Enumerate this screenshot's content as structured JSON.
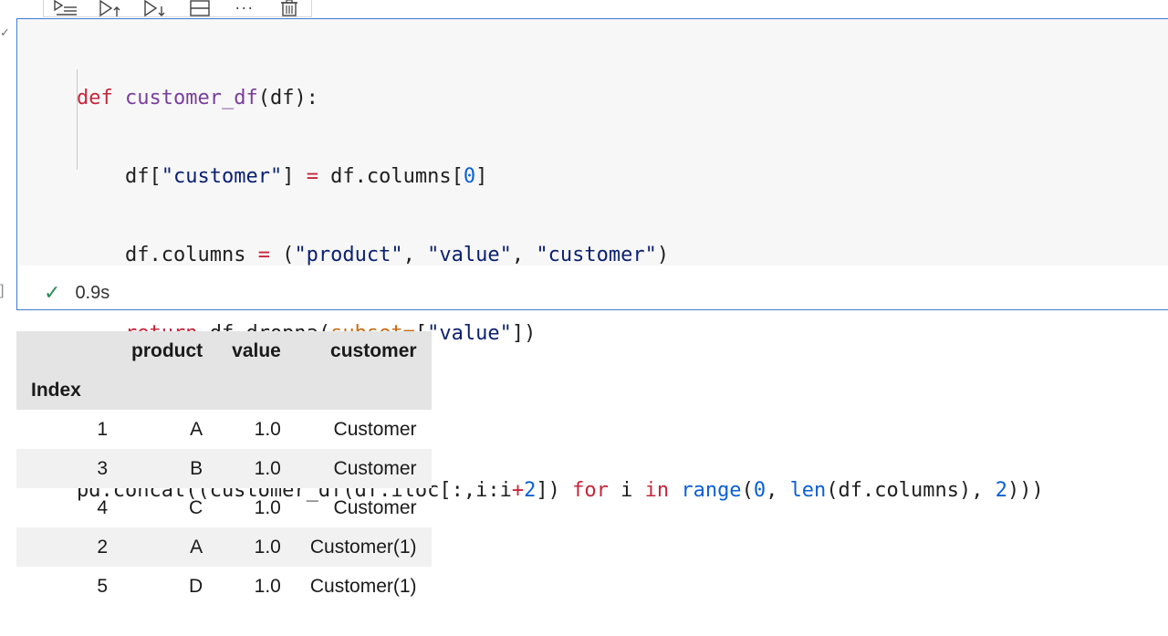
{
  "toolbar": {
    "buttons": [
      {
        "name": "run-by-line-icon"
      },
      {
        "name": "execute-above-icon"
      },
      {
        "name": "execute-below-icon"
      },
      {
        "name": "split-cell-icon"
      },
      {
        "name": "more-actions-icon",
        "glyph": "···"
      },
      {
        "name": "delete-cell-icon"
      }
    ]
  },
  "code": {
    "line1": {
      "kw": "def",
      "fn": "customer_df",
      "rest": "(df):"
    },
    "line2": {
      "a": "df[",
      "s1": "\"customer\"",
      "b": "] ",
      "op": "=",
      "c": " df.columns[",
      "n": "0",
      "d": "]"
    },
    "line3": {
      "a": "df.columns ",
      "op": "=",
      "b": " (",
      "s1": "\"product\"",
      "c": ", ",
      "s2": "\"value\"",
      "d": ", ",
      "s3": "\"customer\"",
      "e": ")"
    },
    "line4": {
      "kw": "return",
      "a": " df.dropna(",
      "param": "subset=",
      "b": "[",
      "s1": "\"value\"",
      "c": "])"
    },
    "line6": {
      "a": "pd.concat((customer_df(df.iloc[:,i:i",
      "op": "+",
      "n1": "2",
      "b": "]) ",
      "kw1": "for",
      "c": " i ",
      "kw2": "in",
      "d": " ",
      "bi1": "range",
      "e": "(",
      "n2": "0",
      "f": ", ",
      "bi2": "len",
      "g": "(df.columns), ",
      "n3": "2",
      "h": ")))"
    }
  },
  "status": {
    "check": "✓",
    "duration": "0.9s"
  },
  "gutter": {
    "check": "✓",
    "bracket": "]"
  },
  "table": {
    "columns": [
      "product",
      "value",
      "customer"
    ],
    "index_name": "Index",
    "rows": [
      {
        "index": "1",
        "product": "A",
        "value": "1.0",
        "customer": "Customer"
      },
      {
        "index": "3",
        "product": "B",
        "value": "1.0",
        "customer": "Customer"
      },
      {
        "index": "4",
        "product": "C",
        "value": "1.0",
        "customer": "Customer"
      },
      {
        "index": "2",
        "product": "A",
        "value": "1.0",
        "customer": "Customer(1)"
      },
      {
        "index": "5",
        "product": "D",
        "value": "1.0",
        "customer": "Customer(1)"
      }
    ]
  }
}
